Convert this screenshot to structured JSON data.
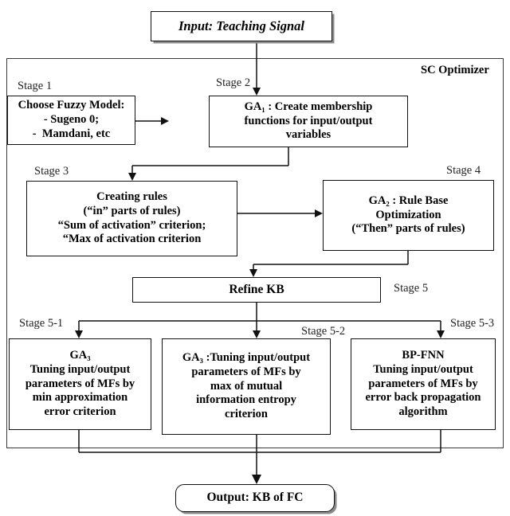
{
  "diagram": {
    "title": "SC Optimizer",
    "input_node": {
      "label": "Input: Teaching Signal"
    },
    "output_node": {
      "label": "Output: KB of FC"
    },
    "stages": [
      {
        "caption": "Stage 1",
        "name": "choose-fuzzy-model",
        "lines": [
          "Choose Fuzzy Model:",
          "- Sugeno 0;",
          "-  Mamdani, etc"
        ]
      },
      {
        "caption": "Stage 2",
        "name": "ga1-create-membership-functions",
        "lines": [
          "GA₁ : Create membership",
          "functions for input/output",
          "variables"
        ]
      },
      {
        "caption": "Stage 3",
        "name": "creating-rules",
        "lines": [
          "Creating rules",
          "(“in” parts of rules)",
          "“Sum of activation” criterion;",
          "“Max of activation criterion"
        ]
      },
      {
        "caption": "Stage 4",
        "name": "ga2-rule-base-optimization",
        "lines": [
          "GA₂ : Rule Base",
          "Optimization",
          "(“Then” parts of rules)"
        ]
      },
      {
        "caption": "Stage 5",
        "name": "refine-kb",
        "lines": [
          "Refine KB"
        ]
      },
      {
        "caption": "Stage 5-1",
        "name": "ga3-min-approximation-error",
        "lines": [
          "GA₃",
          "Tuning input/output",
          "parameters of MFs by",
          "min approximation",
          "error criterion"
        ]
      },
      {
        "caption": "Stage 5-2",
        "name": "ga3-max-mutual-information-entropy",
        "lines": [
          "GA₃ :Tuning input/output",
          "parameters of MFs by",
          "max of mutual",
          "information entropy",
          "criterion"
        ]
      },
      {
        "caption": "Stage 5-3",
        "name": "bp-fnn-error-back-propagation",
        "lines": [
          "BP-FNN",
          "Tuning input/output",
          "parameters of MFs by",
          "error back propagation",
          "algorithm"
        ]
      }
    ],
    "colors": {
      "stroke": "#111111",
      "frame": "#3a3a3a",
      "shadow": "#8b8b8b",
      "background": "#ffffff"
    }
  }
}
